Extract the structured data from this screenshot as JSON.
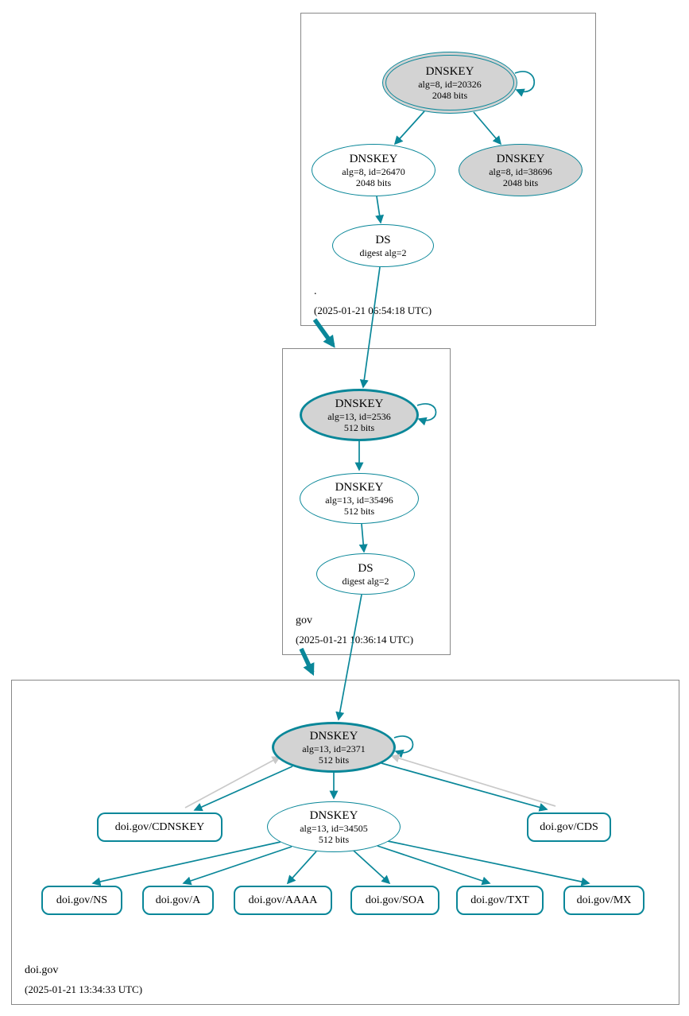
{
  "colors": {
    "accent_teal": "#0a8799",
    "ksk_fill_gray": "#d3d3d3",
    "warning_edge_gray": "#c9c9c9"
  },
  "zones": {
    "root": {
      "label": ".",
      "timestamp": "(2025-01-21 06:54:18 UTC)",
      "ksk": {
        "title": "DNSKEY",
        "detail": "alg=8, id=20326",
        "bits": "2048 bits"
      },
      "zsk": {
        "title": "DNSKEY",
        "detail": "alg=8, id=26470",
        "bits": "2048 bits"
      },
      "standby": {
        "title": "DNSKEY",
        "detail": "alg=8, id=38696",
        "bits": "2048 bits"
      },
      "ds": {
        "title": "DS",
        "detail": "digest alg=2"
      }
    },
    "gov": {
      "label": "gov",
      "timestamp": "(2025-01-21 10:36:14 UTC)",
      "ksk": {
        "title": "DNSKEY",
        "detail": "alg=13, id=2536",
        "bits": "512 bits"
      },
      "zsk": {
        "title": "DNSKEY",
        "detail": "alg=13, id=35496",
        "bits": "512 bits"
      },
      "ds": {
        "title": "DS",
        "detail": "digest alg=2"
      }
    },
    "doi": {
      "label": "doi.gov",
      "timestamp": "(2025-01-21 13:34:33 UTC)",
      "ksk": {
        "title": "DNSKEY",
        "detail": "alg=13, id=2371",
        "bits": "512 bits"
      },
      "zsk": {
        "title": "DNSKEY",
        "detail": "alg=13, id=34505",
        "bits": "512 bits"
      },
      "cdnskey": {
        "label": "doi.gov/CDNSKEY"
      },
      "cds": {
        "label": "doi.gov/CDS"
      },
      "rrsets": [
        {
          "label": "doi.gov/NS"
        },
        {
          "label": "doi.gov/A"
        },
        {
          "label": "doi.gov/AAAA"
        },
        {
          "label": "doi.gov/SOA"
        },
        {
          "label": "doi.gov/TXT"
        },
        {
          "label": "doi.gov/MX"
        }
      ]
    }
  }
}
